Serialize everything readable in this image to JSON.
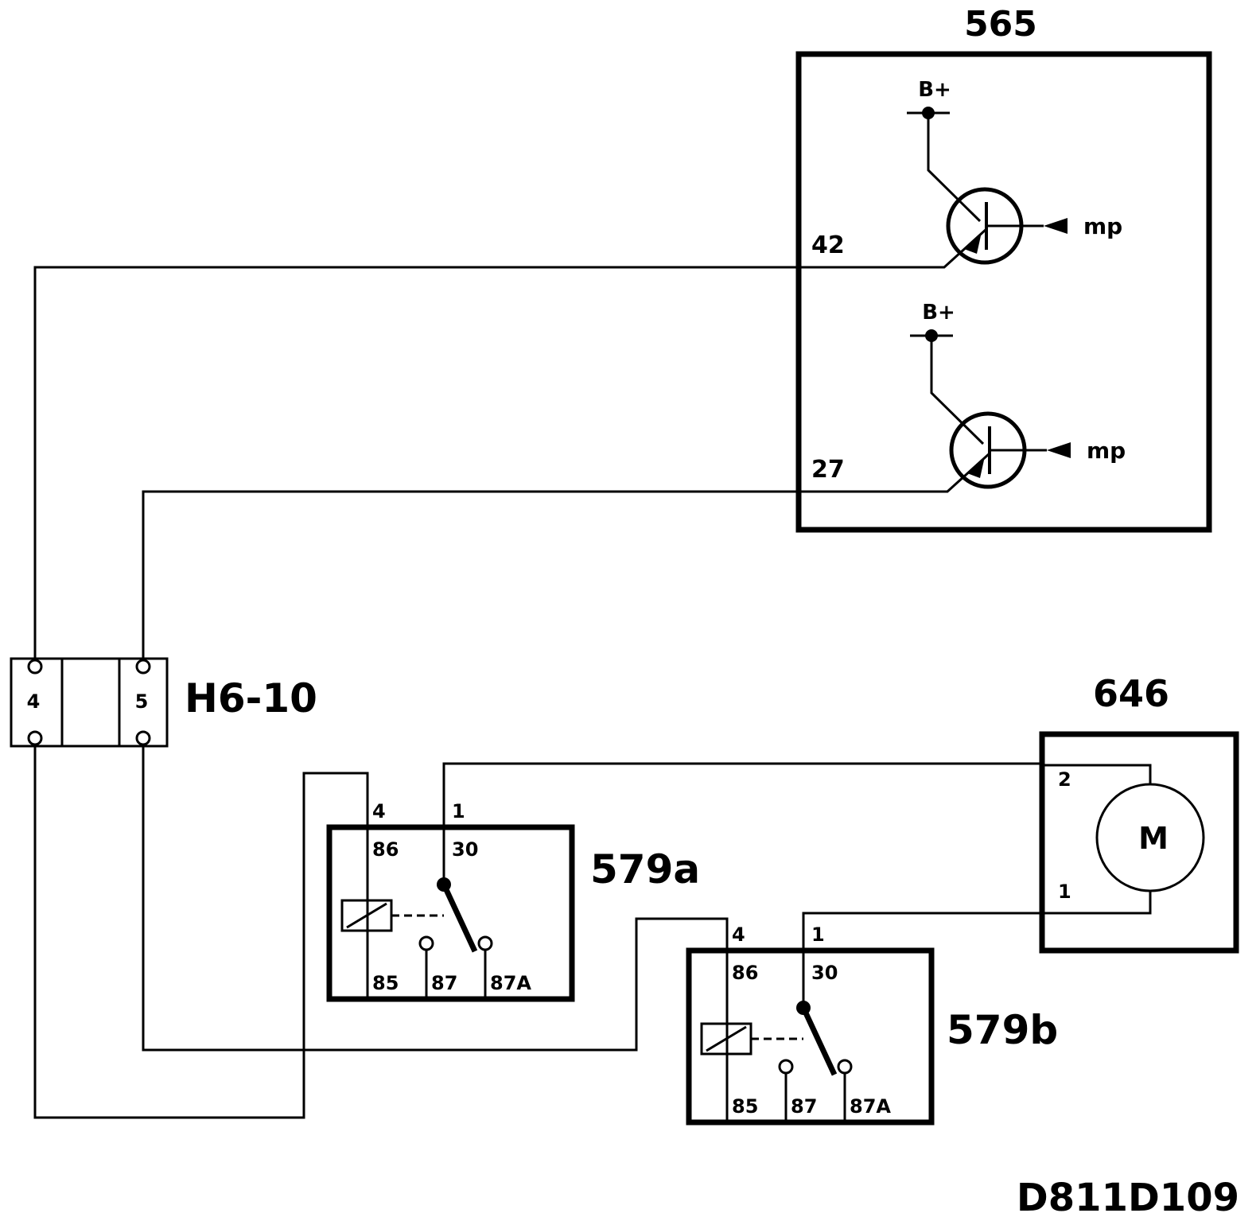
{
  "components": {
    "ecu": {
      "id": "565",
      "pin_a": "42",
      "pin_b": "27",
      "supply_a": "B+",
      "supply_b": "B+",
      "ctrl_a": "mp",
      "ctrl_b": "mp"
    },
    "connector": {
      "id": "H6-10",
      "pin_left": "4",
      "pin_right": "5"
    },
    "relay_a": {
      "id": "579a",
      "top_left": "4",
      "top_right": "1",
      "t86": "86",
      "t30": "30",
      "t85": "85",
      "t87": "87",
      "t87a": "87A"
    },
    "relay_b": {
      "id": "579b",
      "top_left": "4",
      "top_right": "1",
      "t86": "86",
      "t30": "30",
      "t85": "85",
      "t87": "87",
      "t87a": "87A"
    },
    "motor": {
      "id": "646",
      "pin_top": "2",
      "pin_bottom": "1",
      "symbol": "M"
    }
  },
  "drawing_id": "D811D109"
}
